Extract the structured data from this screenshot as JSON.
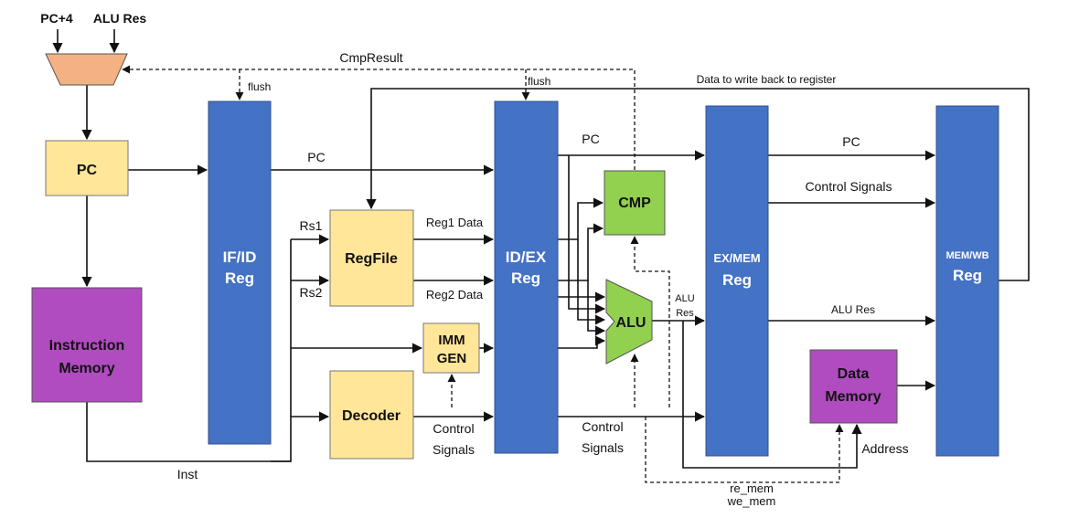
{
  "colors": {
    "pipeline_reg": "#4472c4",
    "block_yellow": "#ffe699",
    "block_purple": "#b04cbf",
    "block_green": "#92d050",
    "mux_orange": "#f4b183"
  },
  "inputs": {
    "pc_plus4": "PC+4",
    "alu_res": "ALU Res"
  },
  "blocks": {
    "pc": "PC",
    "instruction_memory": [
      "Instruction",
      "Memory"
    ],
    "if_id": [
      "IF/ID",
      "Reg"
    ],
    "regfile": "RegFile",
    "imm_gen": [
      "IMM",
      "GEN"
    ],
    "decoder": "Decoder",
    "id_ex": [
      "ID/EX",
      "Reg"
    ],
    "cmp": "CMP",
    "alu": "ALU",
    "ex_mem": [
      "EX/MEM",
      "Reg"
    ],
    "data_memory": [
      "Data",
      "Memory"
    ],
    "mem_wb": [
      "MEM/WB",
      "Reg"
    ]
  },
  "signals": {
    "cmp_result": "CmpResult",
    "flush_ifid": "flush",
    "flush_idex": "flush",
    "writeback": "Data to write back to register",
    "pc_ifid": "PC",
    "pc_idex": "PC",
    "pc_exmem": "PC",
    "rs1": "Rs1",
    "rs2": "Rs2",
    "reg1_data": "Reg1 Data",
    "reg2_data": "Reg2 Data",
    "control_signals_exmem": "Control Signals",
    "control_signals_decoder": [
      "Control",
      "Signals"
    ],
    "control_signals_idex": [
      "Control",
      "Signals"
    ],
    "alu_res_ex": [
      "ALU",
      "Res"
    ],
    "alu_res_mem": "ALU Res",
    "inst": "Inst",
    "address": "Address",
    "re_mem": "re_mem",
    "we_mem": "we_mem"
  }
}
